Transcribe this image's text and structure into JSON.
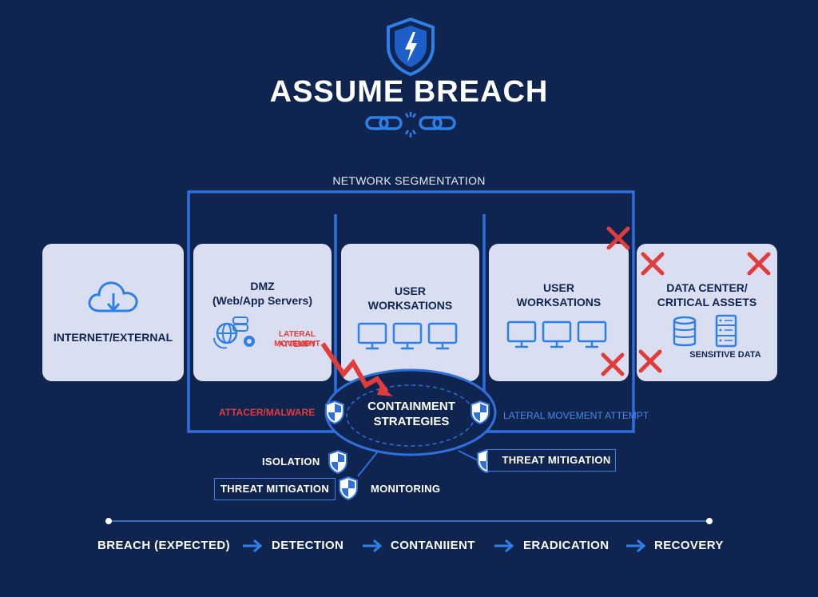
{
  "title": "ASSUME BREACH",
  "network_segmentation_label": "NETWORK SEGMENTATION",
  "zones": {
    "internet": "INTERNET/EXTERNAL",
    "dmz_line1": "DMZ",
    "dmz_line2": "(Web/App Servers)",
    "users1_line1": "USER",
    "users1_line2": "WORKSATIONS",
    "users2_line1": "USER",
    "users2_line2": "WORKSATIONS",
    "datacenter_line1": "DATA CENTER/",
    "datacenter_line2": "CRITICAL ASSETS",
    "sensitive_data": "SENSITIVE DATA"
  },
  "annotations": {
    "lateral_movement_line1": "LATERAL MOVEMENT",
    "lateral_movement_line2": "ATTEMPT",
    "attacker": "ATTACER/MALWARE",
    "lateral_movement_attempt": "LATERAL MOVEMENT ATTEMPT"
  },
  "containment": {
    "line1": "CONTAINMENT",
    "line2": "STRATEGIES",
    "isolation": "ISOLATION",
    "threat_mitigation_left": "THREAT MITIGATION",
    "monitoring": "MONITORING",
    "threat_mitigation_right": "THREAT MITIGATION"
  },
  "flow": [
    "BREACH (EXPECTED)",
    "DETECTION",
    "CONTANIIENT",
    "ERADICATION",
    "RECOVERY"
  ],
  "colors": {
    "background": "#0f2550",
    "accent_blue": "#2f6fdc",
    "panel": "#d9dff0",
    "alert_red": "#e23b3b"
  },
  "icons": [
    "shield-lightning-icon",
    "broken-chain-icon",
    "cloud-download-icon",
    "server-globe-gear-icon",
    "monitor-icon",
    "database-icon",
    "server-rack-icon",
    "shield-check-icon",
    "lightning-bolt-icon",
    "red-x-icon",
    "arrow-right-icon"
  ]
}
